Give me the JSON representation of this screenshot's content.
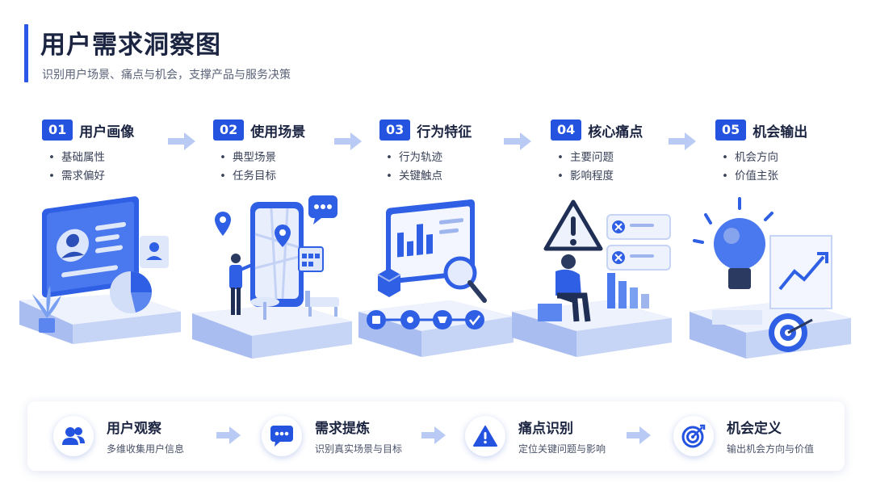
{
  "header": {
    "title": "用户需求洞察图",
    "subtitle": "识别用户场景、痛点与机会，支撑产品与服务决策"
  },
  "steps": [
    {
      "number": "01",
      "label": "用户画像",
      "bullets": [
        "基础属性",
        "需求偏好"
      ]
    },
    {
      "number": "02",
      "label": "使用场景",
      "bullets": [
        "典型场景",
        "任务目标"
      ]
    },
    {
      "number": "03",
      "label": "行为特征",
      "bullets": [
        "行为轨迹",
        "关键触点"
      ]
    },
    {
      "number": "04",
      "label": "核心痛点",
      "bullets": [
        "主要问题",
        "影响程度"
      ]
    },
    {
      "number": "05",
      "label": "机会输出",
      "bullets": [
        "机会方向",
        "价值主张"
      ]
    }
  ],
  "flow": [
    {
      "title": "用户观察",
      "desc": "多维收集用户信息",
      "icon": "users-icon"
    },
    {
      "title": "需求提炼",
      "desc": "识别真实场景与目标",
      "icon": "chat-bubble-icon"
    },
    {
      "title": "痛点识别",
      "desc": "定位关键问题与影响",
      "icon": "warning-icon"
    },
    {
      "title": "机会定义",
      "desc": "输出机会方向与价值",
      "icon": "target-icon"
    }
  ],
  "colors": {
    "primary": "#2453e0",
    "accent_light": "#dfe7fb",
    "text_dark": "#1b2440"
  }
}
